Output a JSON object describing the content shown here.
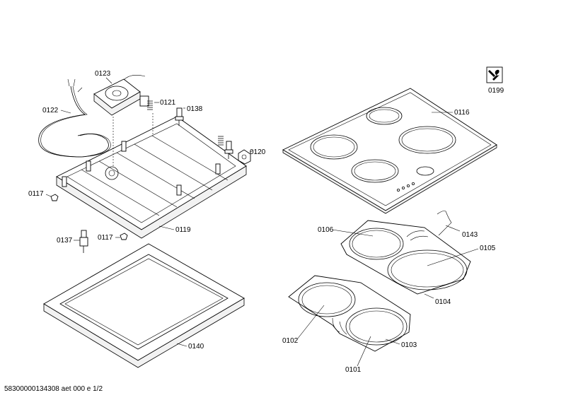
{
  "labels": {
    "p0123": "0123",
    "p0122": "0122",
    "p0121": "0121",
    "p0138": "0138",
    "p0120": "0120",
    "p0117a": "0117",
    "p0117b": "0117",
    "p0119": "0119",
    "p0137": "0137",
    "p0140": "0140",
    "p0199": "0199",
    "p0116": "0116",
    "p0106": "0106",
    "p0143": "0143",
    "p0105": "0105",
    "p0104": "0104",
    "p0102": "0102",
    "p0103": "0103",
    "p0101": "0101"
  },
  "footer": "58300000134308 aet 000 e 1/2",
  "icons": [
    "wrench-screwdriver-icon"
  ]
}
